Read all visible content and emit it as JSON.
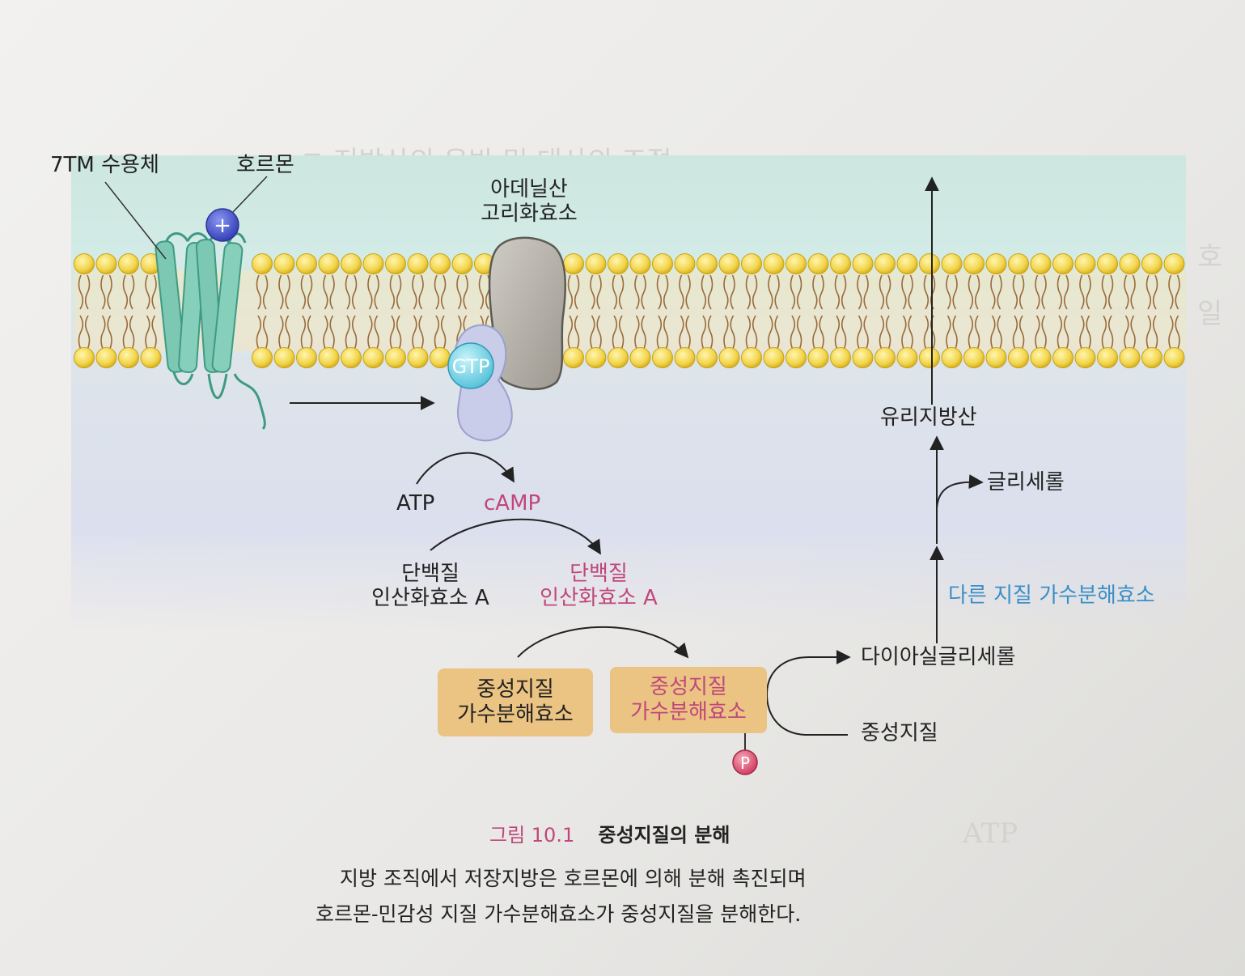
{
  "labels": {
    "receptor": "7TM 수용체",
    "hormone": "호르몬",
    "adenylate_cyclase": [
      "아데닐산",
      "고리화효소"
    ],
    "gtp": "GTP",
    "hormone_sign": "+",
    "atp": "ATP",
    "camp": "cAMP",
    "pka_inactive": [
      "단백질",
      "인산화효소 A"
    ],
    "pka_active": [
      "단백질",
      "인산화효소 A"
    ],
    "lipase_inactive": [
      "중성지질",
      "가수분해효소"
    ],
    "lipase_active": [
      "중성지질",
      "가수분해효소"
    ],
    "phosphate": "P",
    "triglyceride": "중성지질",
    "diacylglycerol": "다이아실글리세롤",
    "other_lipases": "다른 지질 가수분해효소",
    "glycerol": "글리세롤",
    "free_fatty_acid": "유리지방산"
  },
  "caption": {
    "number": "그림 10.1",
    "title": "중성지질의 분해",
    "lines": [
      "지방 조직에서 저장지방은 호르몬에 의해 분해 촉진되며",
      "호르몬-민감성 지질 가수분해효소가 중성지질을 분해한다."
    ]
  },
  "colors": {
    "pink": "#c0477c",
    "blue": "#3b8fc7",
    "lipase_box": "#ebc382",
    "receptor": "#6fbfa9",
    "phospholipid_head": "#f2d54a"
  }
}
